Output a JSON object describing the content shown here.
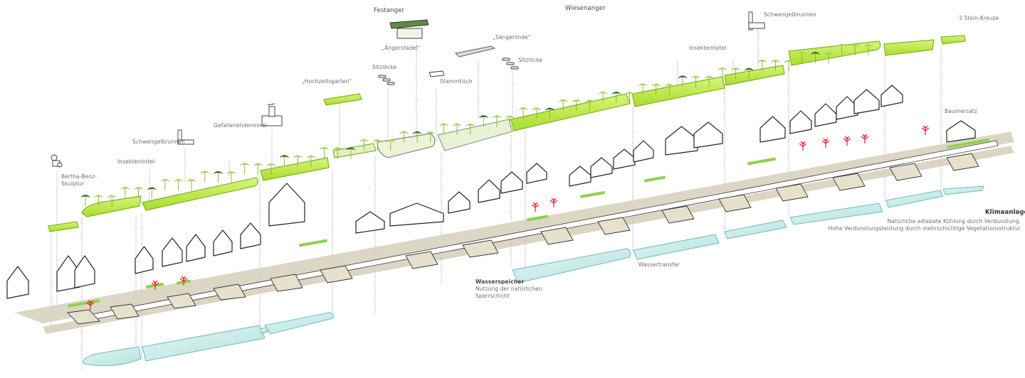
{
  "diagram": {
    "title_zones": [
      {
        "id": "festanger",
        "label": "Festanger"
      },
      {
        "id": "wiesenanger",
        "label": "Wiesenanger"
      }
    ],
    "upper_layer_labels": [
      {
        "id": "bertha-benz",
        "label": "Bertha-Benz-\nSkulptur"
      },
      {
        "id": "insektenhotel-1",
        "label": "Insektenhotel"
      },
      {
        "id": "schwengelbrunnen-1",
        "label": "Schwengelbrunnen"
      },
      {
        "id": "gefallenendenkmal",
        "label": "Gefallenendenkmal"
      },
      {
        "id": "hochzeitsgarten",
        "label": "„Hochzeitsgarten“"
      },
      {
        "id": "sitzloecke-1",
        "label": "Sitzlöcke"
      },
      {
        "id": "angerstadel",
        "label": "„Angerstadel“"
      },
      {
        "id": "stammtisch",
        "label": "Stammtisch"
      },
      {
        "id": "saengerlinde",
        "label": "„Sängerlinde“"
      },
      {
        "id": "sitzloecke-2",
        "label": "Sitzlöcke"
      },
      {
        "id": "insektenhotel-2",
        "label": "Insektenhotel"
      },
      {
        "id": "schwengelbrunnen-2",
        "label": "Schwengelbrunnen"
      },
      {
        "id": "stein-kreuze",
        "label": "3 Stein-Kreuze"
      },
      {
        "id": "baumersatz",
        "label": "Baumersatz"
      }
    ],
    "lower_layer_labels": {
      "wasserspeicher_title": "Wasserspeicher",
      "wasserspeicher_desc": "Nutzung der natürlichen\nSperrschicht",
      "wassertransfer": "Wassertransfer",
      "klimaanlage_title": "Klimaanlage",
      "klimaanlage_line1": "Natürliche adiabate Kühlung durch Verdunstung.",
      "klimaanlage_line2": "Hohe Verdunstungsleistung durch mehrschichtige Vegetationsstruktur"
    },
    "colors": {
      "vegetation": "#b5e83a",
      "vegetation_dark": "#7fb51e",
      "tree_dark": "#3f6b2a",
      "street": "#d8d3bf",
      "foundation": "#e6e1cc",
      "water": "#c9ece9",
      "water_edge": "#6fbcb8",
      "trees_red": "#e8202a",
      "outline": "#222222",
      "leader": "#9a9a9a"
    }
  }
}
